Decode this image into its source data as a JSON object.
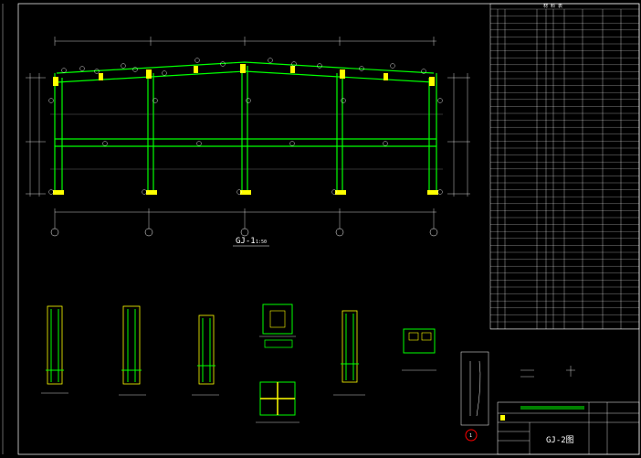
{
  "drawing": {
    "main_frame_title": "GJ-1",
    "main_frame_scale": "1:50",
    "schedule_heading": "材 料 表",
    "title_block_name": "GJ-2图",
    "detail_marker": "1",
    "column_axis_count": 5,
    "colors": {
      "background": "#000000",
      "steel_member": "#00ff00",
      "connection": "#ffff00",
      "dimension": "#ffffff",
      "text": "#ffffff"
    }
  }
}
